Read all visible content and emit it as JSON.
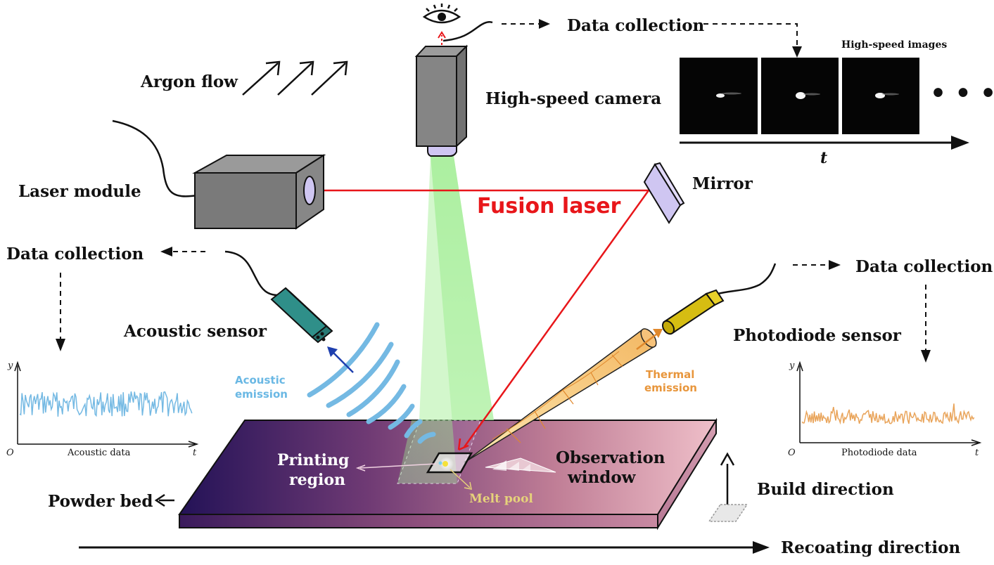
{
  "labels": {
    "data_collection_top": "Data collection",
    "high_speed_images": "High-speed images",
    "argon_flow": "Argon flow",
    "high_speed_camera": "High-speed camera",
    "time_axis": "t",
    "laser_module": "Laser module",
    "mirror": "Mirror",
    "fusion_laser": "Fusion laser",
    "data_collection_left": "Data collection",
    "data_collection_right": "Data collection",
    "acoustic_sensor": "Acoustic sensor",
    "photodiode_sensor": "Photodiode sensor",
    "acoustic_emission_line1": "Acoustic",
    "acoustic_emission_line2": "emission",
    "thermal_emission_line1": "Thermal",
    "thermal_emission_line2": "emission",
    "printing_region_line1": "Printing",
    "printing_region_line2": "region",
    "observation_window_line1": "Observation",
    "observation_window_line2": "window",
    "melt_pool": "Melt pool",
    "powder_bed": "Powder bed",
    "build_direction": "Build direction",
    "recoating_direction": "Recoating direction"
  },
  "acoustic_plot": {
    "title": "Acoustic data",
    "y_label": "y",
    "x_label": "t",
    "origin": "O",
    "color": "#74b9e3"
  },
  "photodiode_plot": {
    "title": "Photodiode data",
    "y_label": "y",
    "x_label": "t",
    "origin": "O",
    "color": "#e9a45a"
  },
  "colors": {
    "laser": "#e8161a",
    "camera_beam": "#9aeb8e",
    "acoustic_wave": "#74b9e3",
    "thermal_cone": "#f6c66f",
    "acoustic_sensor_body": "#2f8f89",
    "photodiode_body": "#d6bd12",
    "bed_start": "#231257",
    "bed_end": "#eebcc6",
    "lens": "#cfc6f2"
  },
  "ellipsis": "• • •"
}
